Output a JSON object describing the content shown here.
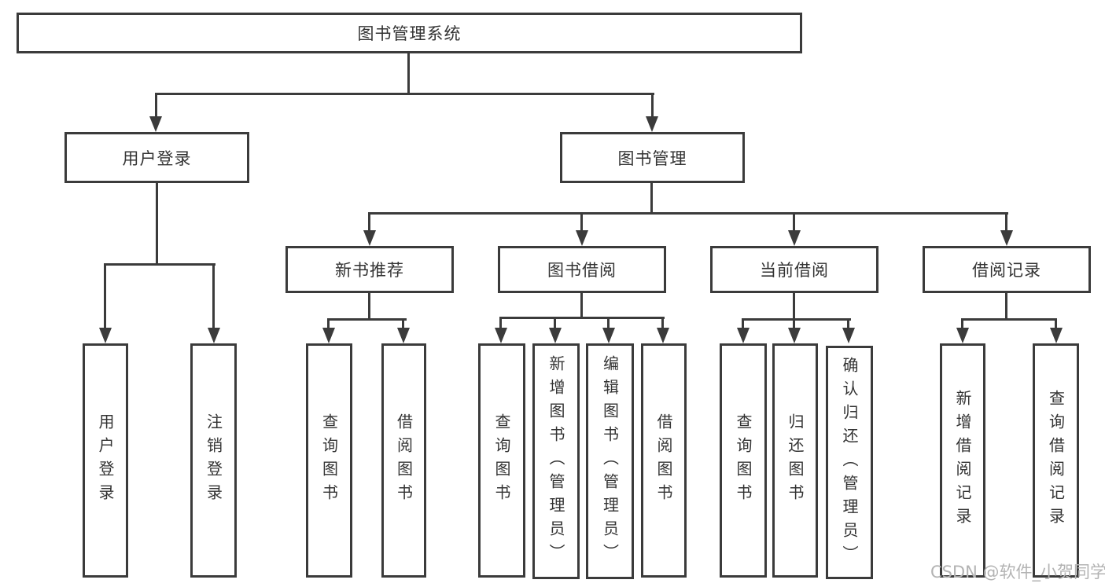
{
  "diagram": {
    "root": "图书管理系统",
    "branches": [
      {
        "label": "用户登录",
        "children": [
          "用户登录",
          "注销登录"
        ]
      },
      {
        "label": "图书管理",
        "sections": [
          {
            "label": "新书推荐",
            "children": [
              "查询图书",
              "借阅图书"
            ]
          },
          {
            "label": "图书借阅",
            "children": [
              "查询图书",
              "新增图书（管理员）",
              "编辑图书（管理员）",
              "借阅图书"
            ]
          },
          {
            "label": "当前借阅",
            "children": [
              "查询图书",
              "归还图书",
              "确认归还（管理员）"
            ]
          },
          {
            "label": "借阅记录",
            "children": [
              "新增借阅记录",
              "查询借阅记录"
            ]
          }
        ]
      }
    ]
  },
  "colors": {
    "line": "#3b3b3b",
    "text": "#333333",
    "watermark": "#b3b3b3"
  },
  "watermark": "CSDN @软件_小贺同学"
}
